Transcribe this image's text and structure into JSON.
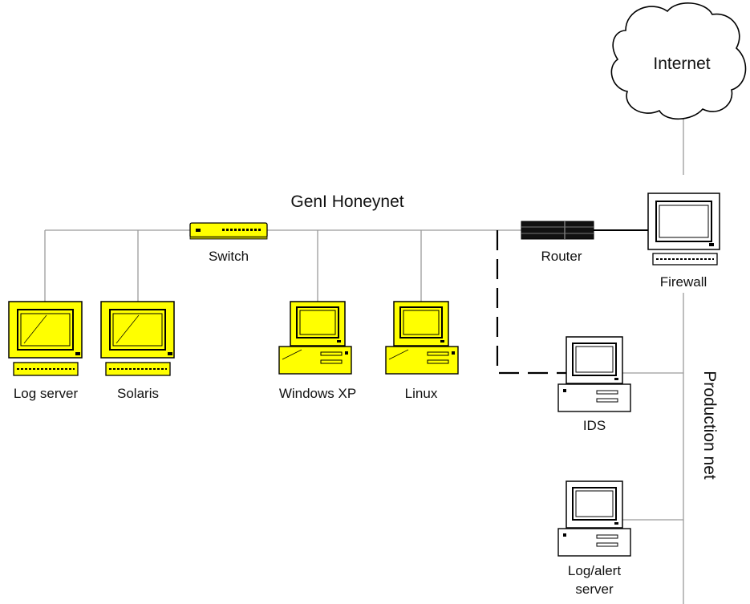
{
  "title": "GenI Honeynet",
  "side_label": "Production net",
  "cloud_label": "Internet",
  "colors": {
    "honeynet_fill": "#ffff00",
    "device_outline": "#000000",
    "link_line": "#9a9a9a",
    "router_body": "#111111"
  },
  "devices": {
    "log_server": {
      "label": "Log server",
      "icon": "monitor-icon"
    },
    "solaris": {
      "label": "Solaris",
      "icon": "monitor-icon"
    },
    "switch": {
      "label": "Switch",
      "icon": "switch-icon"
    },
    "windows_xp": {
      "label": "Windows XP",
      "icon": "desktop-pc-icon"
    },
    "linux": {
      "label": "Linux",
      "icon": "desktop-pc-icon"
    },
    "router": {
      "label": "Router",
      "icon": "router-icon"
    },
    "firewall": {
      "label": "Firewall",
      "icon": "monitor-icon"
    },
    "ids": {
      "label": "IDS",
      "icon": "desktop-pc-icon"
    },
    "log_alert": {
      "label_line1": "Log/alert",
      "label_line2": "server",
      "icon": "desktop-pc-icon"
    }
  }
}
